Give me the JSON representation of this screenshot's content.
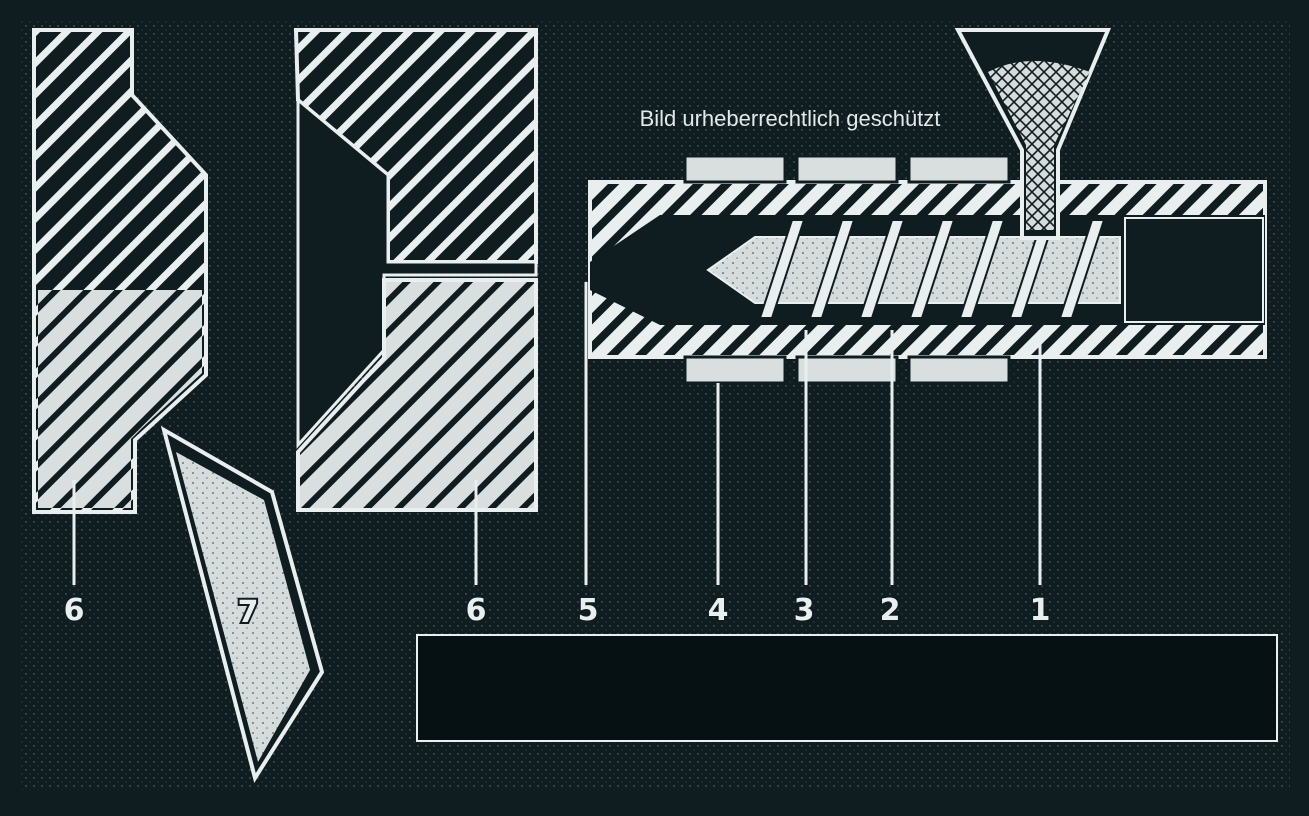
{
  "watermark": "Bild urheberrechtlich geschützt",
  "labels": {
    "mold_left": "6",
    "mold_right": "6",
    "part": "7",
    "nozzle": "5",
    "heater_front": "4",
    "heater_middle": "3",
    "heater_rear": "2",
    "hopper": "1"
  },
  "caption_box": "",
  "colors": {
    "background": "#0f1c20",
    "line": "#e9eeee",
    "fill_light": "#d9dfdf"
  }
}
